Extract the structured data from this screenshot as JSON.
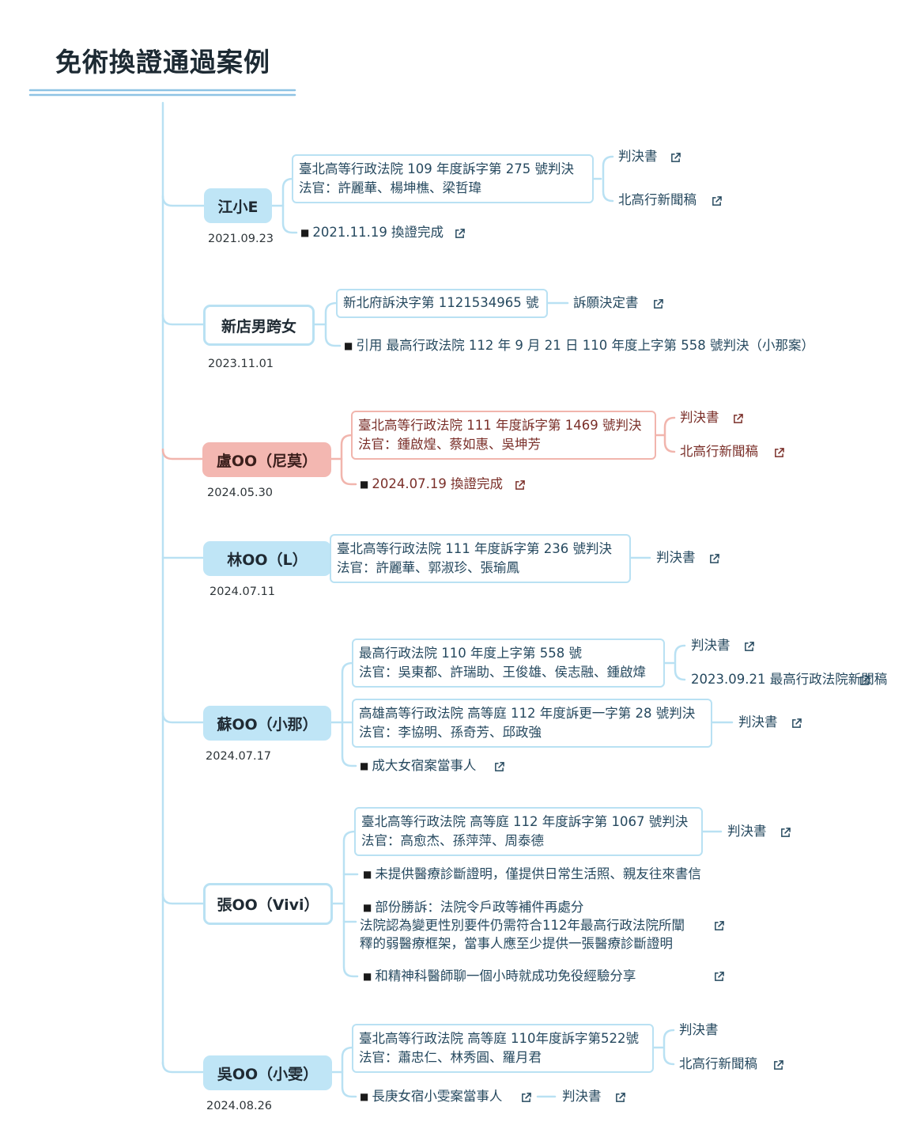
{
  "title": "免術換證通過案例",
  "labels": {
    "judgment": "判決書",
    "news_taipei": "北高行新聞稿",
    "petition": "訴願決定書",
    "news_supreme": "2023.09.21 最高行政法院新聞稿"
  },
  "cases": [
    {
      "name": "江小E",
      "date": "2021.09.23",
      "court": "臺北高等行政法院 109 年度訴字第 275 號判決",
      "judges": "法官：許麗華、楊坤樵、梁哲瑋",
      "note": "2021.11.19 換證完成"
    },
    {
      "name": "新店男跨女",
      "date": "2023.11.01",
      "court": "新北府訴決字第 1121534965 號",
      "note": "引用 最高行政法院 112 年 9 月 21 日 110 年度上字第 558 號判決（小那案）"
    },
    {
      "name": "盧OO（尼莫）",
      "date": "2024.05.30",
      "court": "臺北高等行政法院 111 年度訴字第 1469 號判決",
      "judges": "法官：鍾啟煌、蔡如惠、吳坤芳",
      "note": "2024.07.19 換證完成"
    },
    {
      "name": "林OO（L）",
      "date": "2024.07.11",
      "court": "臺北高等行政法院 111 年度訴字第 236 號判決",
      "judges": "法官：許麗華、郭淑珍、張瑜鳳"
    },
    {
      "name": "蘇OO（小那）",
      "date": "2024.07.17",
      "court": "最高行政法院 110 年度上字第 558 號",
      "judges": "法官：吳東都、許瑞助、王俊雄、侯志融、鍾啟煒",
      "court2": "高雄高等行政法院 高等庭 112 年度訴更一字第 28 號判決",
      "judges2": "法官：李協明、孫奇芳、邱政強",
      "note": "成大女宿案當事人"
    },
    {
      "name": "張OO（Vivi）",
      "court": "臺北高等行政法院 高等庭 112 年度訴字第 1067 號判決",
      "judges": "法官：高愈杰、孫萍萍、周泰德",
      "note1": "未提供醫療診斷證明，僅提供日常生活照、親友往來書信",
      "note2_title": "部份勝訴：法院令戶政等補件再處分",
      "note2_line1": "法院認為變更性別要件仍需符合112年最高行政法院所闡",
      "note2_line2": "釋的弱醫療框架，當事人應至少提供一張醫療診斷證明",
      "note3": "和精神科醫師聊一個小時就成功免役經驗分享"
    },
    {
      "name": "吳OO（小雯）",
      "date": "2024.08.26",
      "court": "臺北高等行政法院 高等庭 110年度訴字第522號",
      "judges": "法官：蕭忠仁、林秀圓、羅月君",
      "note": "長庚女宿小雯案當事人"
    }
  ],
  "colors": {
    "accent_blue": "#b9e1f3",
    "pill_blue": "#bfe5f6",
    "pill_pink": "#f3b7b1",
    "title_rule": "#8ec3e4"
  }
}
